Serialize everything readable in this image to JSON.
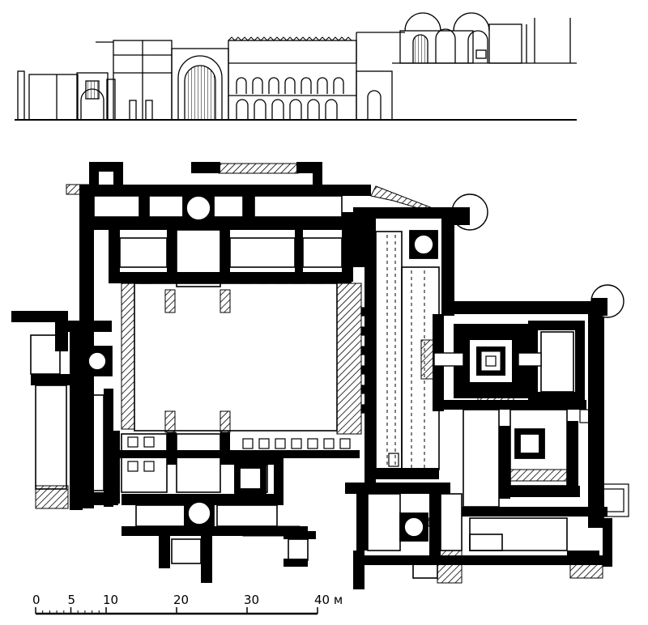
{
  "scale_bar": {
    "ticks": [
      {
        "label": "0",
        "value": 0
      },
      {
        "label": "5",
        "value": 5
      },
      {
        "label": "10",
        "value": 10
      },
      {
        "label": "20",
        "value": 20
      },
      {
        "label": "30",
        "value": 30
      },
      {
        "label": "40 м",
        "value": 40
      }
    ],
    "max": 40
  },
  "colors": {
    "ink": "#000000",
    "paper": "#ffffff"
  }
}
